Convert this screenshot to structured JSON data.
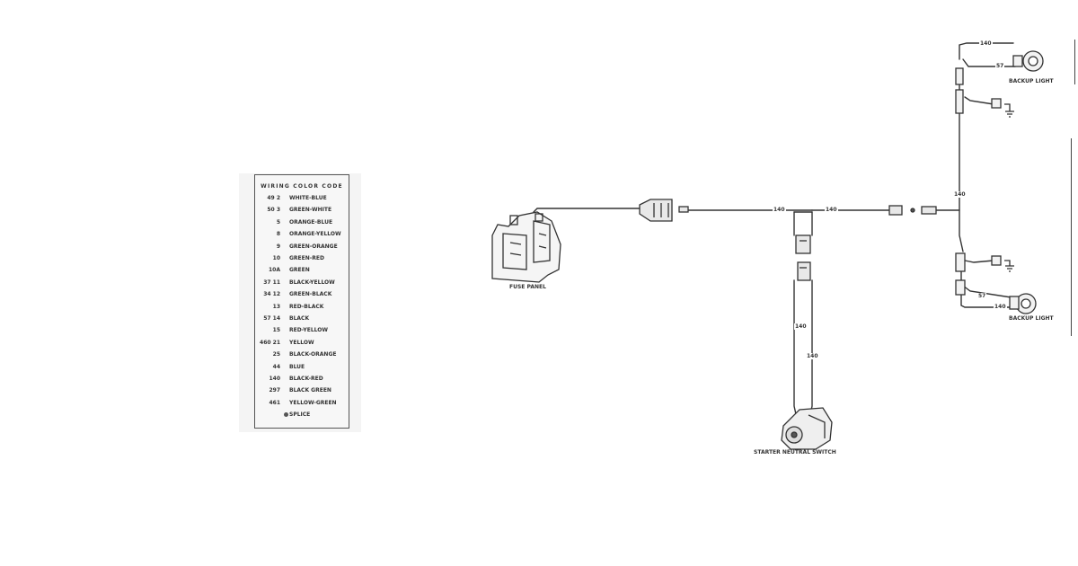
{
  "legend": {
    "title": "WIRING COLOR CODE",
    "rows": [
      {
        "num": "49 2",
        "color": "WHITE-BLUE"
      },
      {
        "num": "50 3",
        "color": "GREEN-WHITE"
      },
      {
        "num": "5",
        "color": "ORANGE-BLUE"
      },
      {
        "num": "8",
        "color": "ORANGE-YELLOW"
      },
      {
        "num": "9",
        "color": "GREEN-ORANGE"
      },
      {
        "num": "10",
        "color": "GREEN-RED"
      },
      {
        "num": "10A",
        "color": "GREEN"
      },
      {
        "num": "37 11",
        "color": "BLACK-YELLOW"
      },
      {
        "num": "34 12",
        "color": "GREEN-BLACK"
      },
      {
        "num": "13",
        "color": "RED-BLACK"
      },
      {
        "num": "57 14",
        "color": "BLACK"
      },
      {
        "num": "15",
        "color": "RED-YELLOW"
      },
      {
        "num": "460 21",
        "color": "YELLOW"
      },
      {
        "num": "25",
        "color": "BLACK-ORANGE"
      },
      {
        "num": "44",
        "color": "BLUE"
      },
      {
        "num": "140",
        "color": "BLACK-RED"
      },
      {
        "num": "297",
        "color": "BLACK GREEN"
      },
      {
        "num": "461",
        "color": "YELLOW-GREEN"
      },
      {
        "num": "",
        "color": "SPLICE"
      }
    ]
  },
  "diagram": {
    "fuse_panel_label": "FUSE PANEL",
    "starter_switch_label": "STARTER NEUTRAL SWITCH",
    "backup_light_top_label": "BACKUP LIGHT",
    "backup_light_bottom_label": "BACKUP LIGHT",
    "wire_labels": {
      "main_left": "140",
      "main_mid": "140",
      "vertical_a": "140",
      "vertical_b": "140",
      "right_vertical": "140",
      "top_140": "140",
      "top_57": "57",
      "bottom_57": "57",
      "bottom_140": "140"
    }
  }
}
